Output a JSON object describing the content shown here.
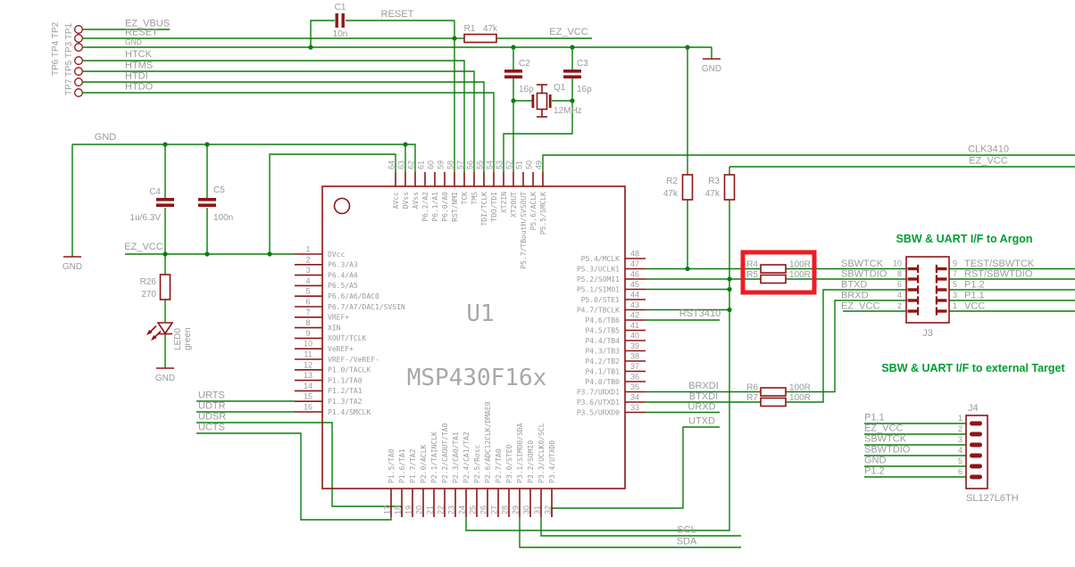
{
  "schematic": {
    "test_points": {
      "col_left": "TP6 TP4 TP2",
      "col_right": "TP7 TP5 TP3 TP1",
      "nets": [
        "EZ_VBUS",
        "RESET",
        "GND",
        "HTCK",
        "HTMS",
        "HTDI",
        "HTDO"
      ]
    },
    "power_nets": {
      "gnd": "GND",
      "ez_vcc": "EZ_VCC",
      "reset": "RESET",
      "clk3410": "CLK3410",
      "rst3410": "RST3410"
    },
    "components": {
      "c1": {
        "ref": "C1",
        "value": "10n"
      },
      "r1": {
        "ref": "R1",
        "value": "47k"
      },
      "c2": {
        "ref": "C2",
        "value": "16p"
      },
      "c3": {
        "ref": "C3",
        "value": "16p"
      },
      "q1": {
        "ref": "Q1",
        "value": "12MHz"
      },
      "c4": {
        "ref": "C4",
        "value": "1u/6.3V"
      },
      "c5": {
        "ref": "C5",
        "value": "100n"
      },
      "r26": {
        "ref": "R26",
        "value": "270"
      },
      "led0": {
        "ref": "LED0",
        "value": "green"
      },
      "r2": {
        "ref": "R2",
        "value": "47k"
      },
      "r3": {
        "ref": "R3",
        "value": "47k"
      },
      "r4": {
        "ref": "R4",
        "value": "100R"
      },
      "r5": {
        "ref": "R5",
        "value": "100R"
      },
      "r6": {
        "ref": "R6",
        "value": "100R"
      },
      "r7": {
        "ref": "R7",
        "value": "100R"
      }
    },
    "uart_nets": [
      "URTS",
      "UDTR",
      "UDSR",
      "UCTS"
    ],
    "serial_nets": {
      "brxdi": "BRXDI",
      "btxdi": "BTXDI",
      "urxd": "URXD",
      "utxd": "UTXD",
      "scl": "SCL",
      "sda": "SDA"
    },
    "ic": {
      "ref": "U1",
      "part": "MSP430F16x",
      "pins_left": [
        {
          "n": "1",
          "name": "DVcc"
        },
        {
          "n": "2",
          "name": "P6.3/A3"
        },
        {
          "n": "3",
          "name": "P6.4/A4"
        },
        {
          "n": "4",
          "name": "P6.5/A5"
        },
        {
          "n": "5",
          "name": "P6.6/A6/DAC0"
        },
        {
          "n": "6",
          "name": "P6.7/A7/DAC1/SVSIN"
        },
        {
          "n": "7",
          "name": "VREF+"
        },
        {
          "n": "8",
          "name": "XIN"
        },
        {
          "n": "9",
          "name": "XOUT/TCLK"
        },
        {
          "n": "10",
          "name": "VeREF+"
        },
        {
          "n": "11",
          "name": "VREF-/VeREF-"
        },
        {
          "n": "12",
          "name": "P1.0/TACLK"
        },
        {
          "n": "13",
          "name": "P1.1/TA0"
        },
        {
          "n": "14",
          "name": "P1.2/TA1"
        },
        {
          "n": "15",
          "name": "P1.3/TA2"
        },
        {
          "n": "16",
          "name": "P1.4/SMCLK"
        }
      ],
      "pins_top": [
        {
          "n": "64",
          "name": "AVcc"
        },
        {
          "n": "63",
          "name": "DVss"
        },
        {
          "n": "62",
          "name": "AVss"
        },
        {
          "n": "61",
          "name": "P6.2/A2"
        },
        {
          "n": "60",
          "name": "P6.1/A1"
        },
        {
          "n": "59",
          "name": "P6.0/A0"
        },
        {
          "n": "58",
          "name": "RST/NMI"
        },
        {
          "n": "57",
          "name": "TCK"
        },
        {
          "n": "56",
          "name": "TMS"
        },
        {
          "n": "55",
          "name": "TDI/TCLK"
        },
        {
          "n": "54",
          "name": "TDO/TDI"
        },
        {
          "n": "53",
          "name": "XT2IN"
        },
        {
          "n": "52",
          "name": "XT2OUT"
        },
        {
          "n": "51",
          "name": "P5.7/TBoutH/SVSOUT"
        },
        {
          "n": "50",
          "name": "P5.6/ACLK"
        },
        {
          "n": "49",
          "name": "P5.5/SMCLK"
        }
      ],
      "pins_right": [
        {
          "n": "48",
          "name": "P5.4/MCLK"
        },
        {
          "n": "47",
          "name": "P5.3/UCLK1"
        },
        {
          "n": "46",
          "name": "P5.2/SOMI1"
        },
        {
          "n": "45",
          "name": "P5.1/SIMO1"
        },
        {
          "n": "44",
          "name": "P5.0/STE1"
        },
        {
          "n": "43",
          "name": "P4.7/TBCLK"
        },
        {
          "n": "42",
          "name": "P4.6/TB6"
        },
        {
          "n": "41",
          "name": "P4.5/TB5"
        },
        {
          "n": "40",
          "name": "P4.4/TB4"
        },
        {
          "n": "39",
          "name": "P4.3/TB3"
        },
        {
          "n": "38",
          "name": "P4.2/TB2"
        },
        {
          "n": "37",
          "name": "P4.1/TB1"
        },
        {
          "n": "36",
          "name": "P4.0/TB0"
        },
        {
          "n": "35",
          "name": "P3.7/URXD1"
        },
        {
          "n": "34",
          "name": "P3.6/UTXD1"
        },
        {
          "n": "33",
          "name": "P3.5/URXD0"
        }
      ],
      "pins_bottom": [
        {
          "n": "17",
          "name": "P1.5/TA0"
        },
        {
          "n": "18",
          "name": "P1.6/TA1"
        },
        {
          "n": "19",
          "name": "P1.7/TA2"
        },
        {
          "n": "20",
          "name": "P2.0/ACLK"
        },
        {
          "n": "21",
          "name": "P2.1/TAINCLK"
        },
        {
          "n": "22",
          "name": "P2.2/CAOUT/TA0"
        },
        {
          "n": "23",
          "name": "P2.3/CA0/TA1"
        },
        {
          "n": "24",
          "name": "P2.4/CA1/TA2"
        },
        {
          "n": "25",
          "name": "P2.5/Rosc"
        },
        {
          "n": "26",
          "name": "P2.6/ADC12CLK/DMAE0"
        },
        {
          "n": "27",
          "name": "P2.7/TA0"
        },
        {
          "n": "28",
          "name": "P3.0/STE0"
        },
        {
          "n": "29",
          "name": "P3.1/SIMO0/SDA"
        },
        {
          "n": "30",
          "name": "P3.2/SOMI0"
        },
        {
          "n": "31",
          "name": "P3.3/UCLK0/SCL"
        },
        {
          "n": "32",
          "name": "P3.4/UTXD0"
        }
      ]
    },
    "j3": {
      "name": "J3",
      "title": "SBW & UART I/F to Argon",
      "left": [
        {
          "net": "SBWTCK",
          "pin": "10"
        },
        {
          "net": "SBWTDIO",
          "pin": "8"
        },
        {
          "net": "BTXD",
          "pin": "6"
        },
        {
          "net": "BRXD",
          "pin": "4"
        },
        {
          "net": "EZ_VCC",
          "pin": "2"
        }
      ],
      "right": [
        {
          "pin": "9",
          "net": "TEST/SBWTCK"
        },
        {
          "pin": "7",
          "net": "RST/SBWTDIO"
        },
        {
          "pin": "5",
          "net": "P1.2"
        },
        {
          "pin": "3",
          "net": "P1.1"
        },
        {
          "pin": "1",
          "net": "VCC"
        }
      ]
    },
    "j4": {
      "name": "J4",
      "part": "SL127L6TH",
      "title": "SBW & UART I/F to external Target",
      "rows": [
        {
          "pin": "1",
          "net": "P1.1"
        },
        {
          "pin": "2",
          "net": "EZ_VCC"
        },
        {
          "pin": "3",
          "net": "SBWTCK"
        },
        {
          "pin": "4",
          "net": "SBWTDIO"
        },
        {
          "pin": "5",
          "net": "GND"
        },
        {
          "pin": "6",
          "net": "P1.2"
        }
      ]
    }
  },
  "colors": {
    "wire_green": "#0b7d0b",
    "symbol_maroon": "#8e1616",
    "label_gray": "#9b9b9b",
    "section_green": "#009e33",
    "highlight_red": "#ed1c24",
    "background": "#ffffff"
  }
}
